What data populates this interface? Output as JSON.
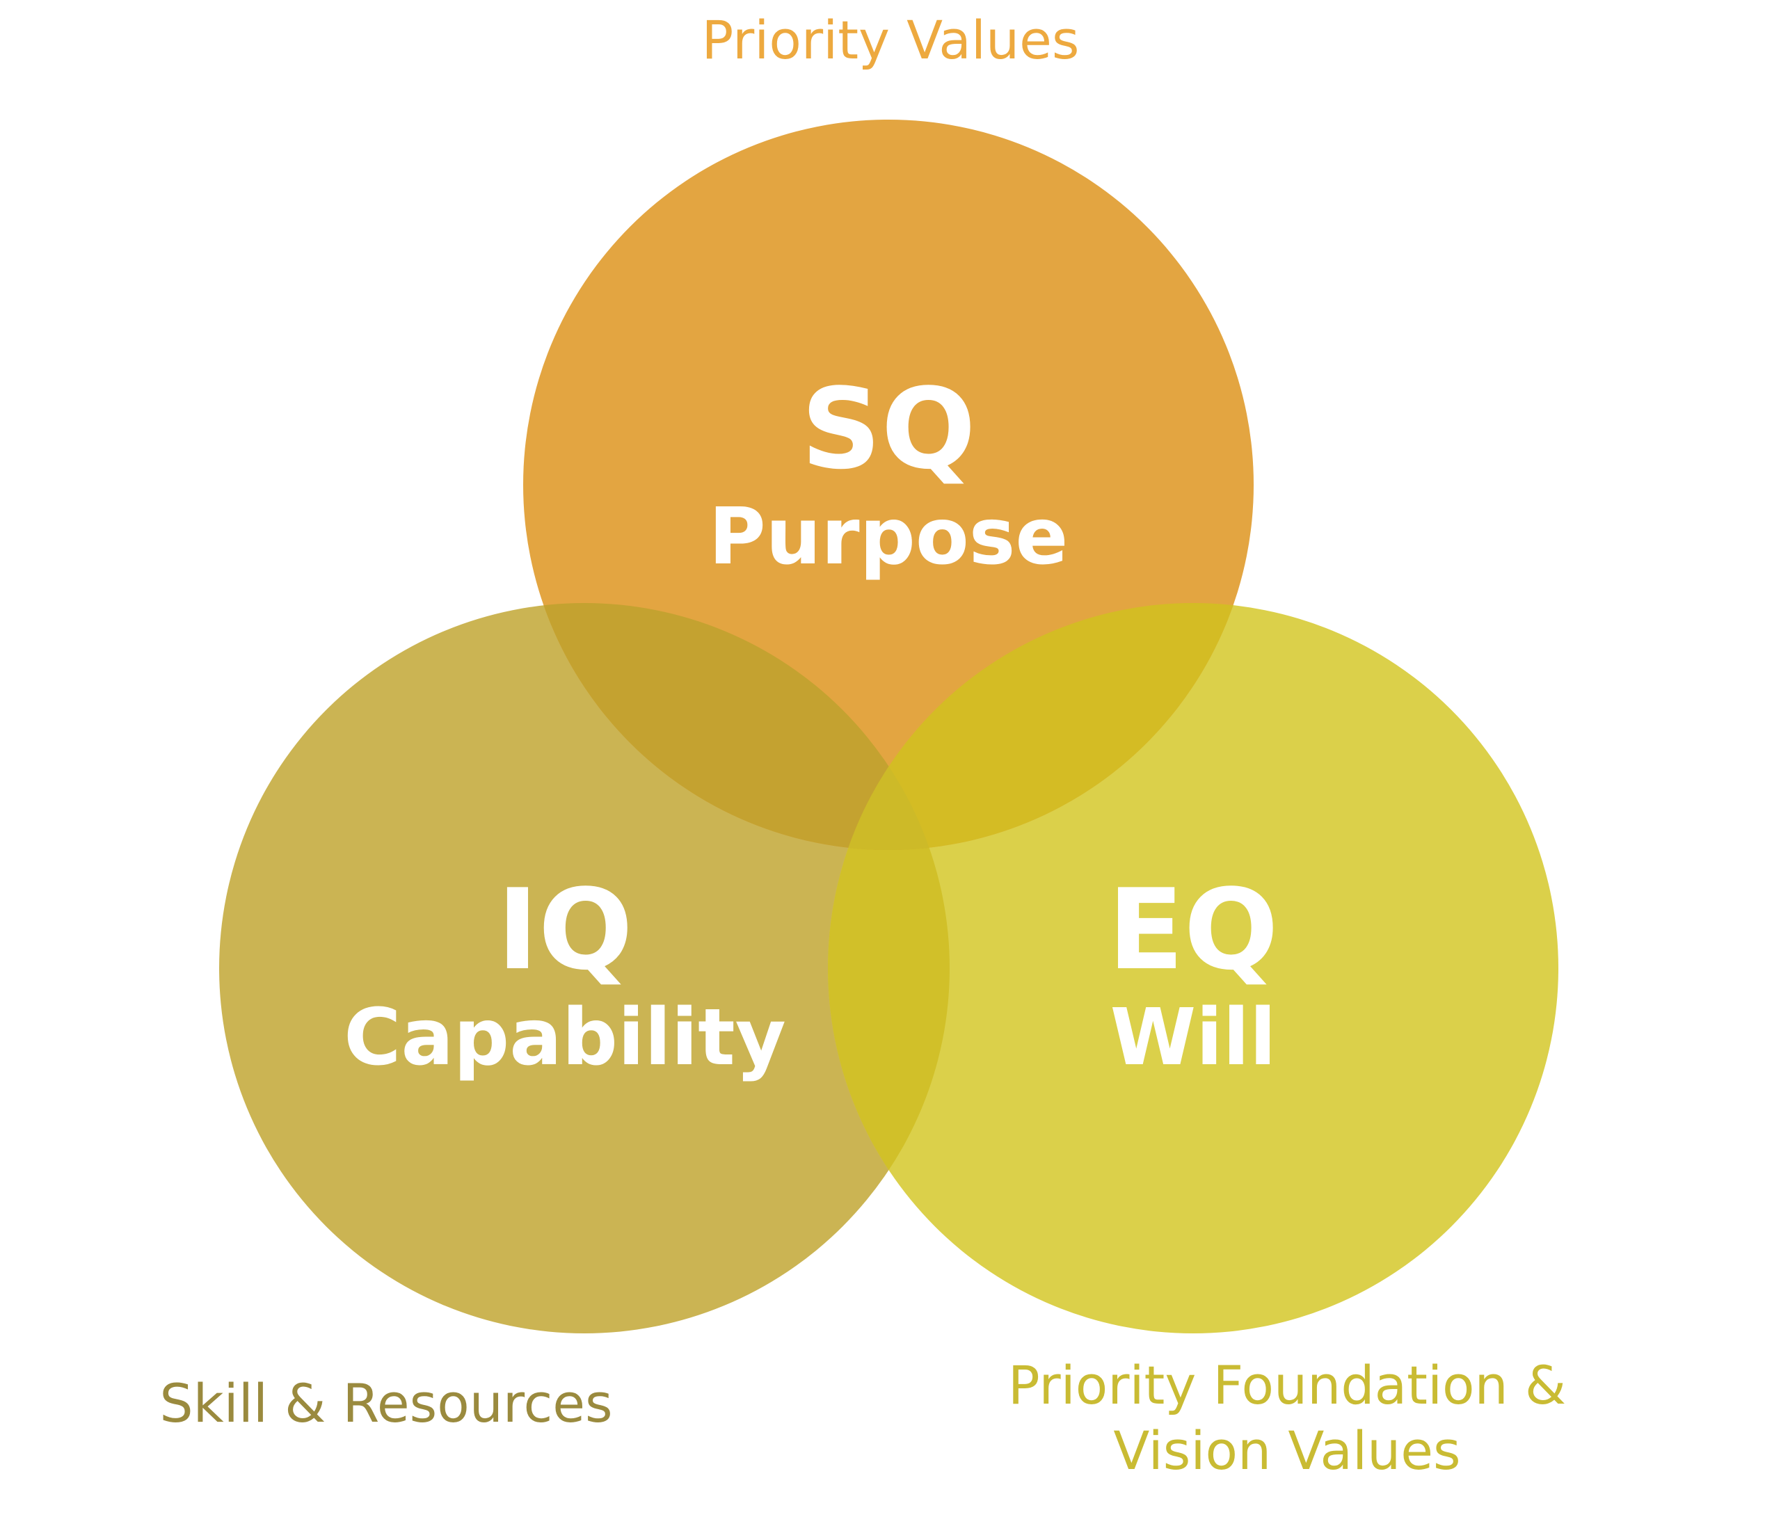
{
  "title": "Priority Values",
  "circles": {
    "sq": {
      "code": "SQ",
      "label": "Purpose",
      "color": "#E3A541"
    },
    "iq": {
      "code": "IQ",
      "label": "Capability",
      "color": "#CBB453"
    },
    "eq": {
      "code": "EQ",
      "label": "Will",
      "color": "#DBD04A"
    }
  },
  "overlap_colors": {
    "sq_iq": "#C4A230",
    "sq_eq": "#D4BC24",
    "iq_eq": "#D1C029",
    "all": "#CDBA28"
  },
  "captions": {
    "iq": "Skill & Resources",
    "eq_line1": "Priority Foundation &",
    "eq_line2": "Vision Values"
  },
  "caption_colors": {
    "top": "#EDA93F",
    "iq": "#9A8A3E",
    "eq": "#C9BB33"
  }
}
